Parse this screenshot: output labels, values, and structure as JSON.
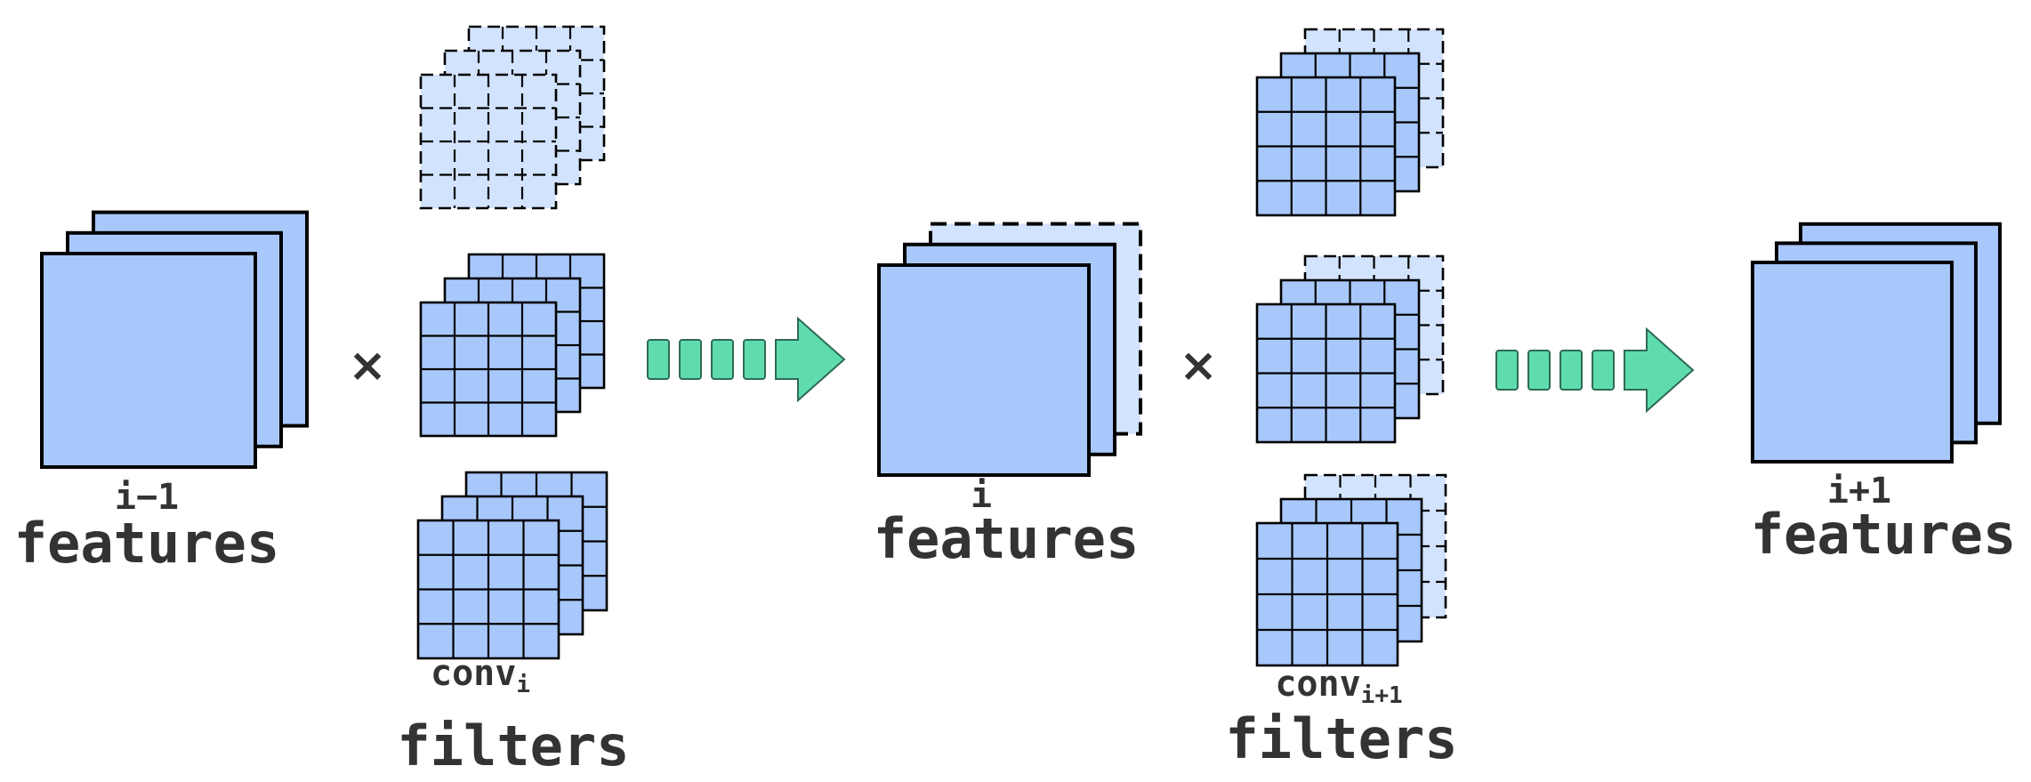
{
  "colors": {
    "fill": "#a8c8fc",
    "fill_pruned": "#d2e3fd",
    "stroke": "#000000",
    "arrow": "#5fdcae",
    "arrow_stroke": "#2f6a55",
    "text": "#333333"
  },
  "features": [
    {
      "index": "i−1",
      "label": "features",
      "pruned_channel": false
    },
    {
      "index": "i",
      "label": "features",
      "pruned_channel": true
    },
    {
      "index": "i+1",
      "label": "features",
      "pruned_channel": false
    }
  ],
  "filters": [
    {
      "conv": "conv",
      "sub": "i",
      "label": "filters",
      "stacks": [
        "pruned",
        "normal",
        "normal"
      ]
    },
    {
      "conv": "conv",
      "sub": "i+1",
      "label": "filters",
      "stacks": [
        "partial",
        "partial",
        "partial"
      ]
    }
  ],
  "operators": {
    "multiply": "×"
  },
  "arrows": [
    {
      "icon": "dashed-arrow-icon"
    },
    {
      "icon": "dashed-arrow-icon"
    }
  ]
}
